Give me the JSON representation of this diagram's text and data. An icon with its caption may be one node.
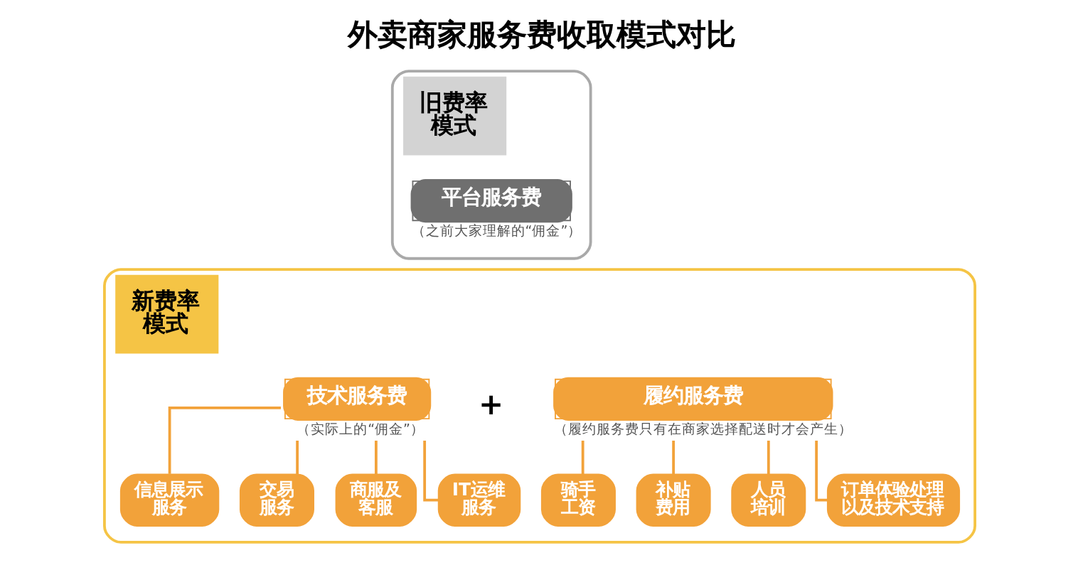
{
  "diagram": {
    "title": "外卖商家服务费收取模式对比",
    "nodes": [
      {
        "text": [
          "旧费率模式"
        ]
      },
      {
        "text": [
          "平台服务费"
        ],
        "in": 0,
        "beside": [
          "（之前大家理解的“佣金”）"
        ]
      },
      {
        "text": [
          "新费率模式"
        ]
      },
      {
        "text": [
          "技术服务费"
        ],
        "in": 2,
        "beside": [
          "（实际上的“佣金”）"
        ]
      },
      {
        "text": [
          "履约服务费"
        ],
        "in": 2,
        "beside": [
          "（履约服务费只有在商家选择配送时才会产生）"
        ]
      },
      {
        "text": [
          "信息展示服务"
        ],
        "in": 2
      },
      {
        "text": [
          "交易服务"
        ],
        "in": 2
      },
      {
        "text": [
          "商服及客服"
        ],
        "in": 2
      },
      {
        "text": [
          "IT运维服务"
        ],
        "in": 2
      },
      {
        "text": [
          "骑手工资"
        ],
        "in": 2
      },
      {
        "text": [
          "补贴费用"
        ],
        "in": 2
      },
      {
        "text": [
          "人员培训"
        ],
        "in": 2
      },
      {
        "text": [
          "订单体验处理以及技术支持"
        ],
        "in": 2
      }
    ],
    "edges": [
      {
        "from": 3,
        "to": 5,
        "arrow": "none"
      },
      {
        "from": 3,
        "to": 6,
        "arrow": "none"
      },
      {
        "from": 3,
        "to": 7,
        "arrow": "none"
      },
      {
        "from": 3,
        "to": 8,
        "arrow": "none"
      },
      {
        "from": 4,
        "to": 9,
        "arrow": "none"
      },
      {
        "from": 4,
        "to": 10,
        "arrow": "none"
      },
      {
        "from": 4,
        "to": 11,
        "arrow": "none"
      },
      {
        "from": 4,
        "to": 12,
        "arrow": "none"
      }
    ],
    "labels": [
      "+"
    ]
  }
}
